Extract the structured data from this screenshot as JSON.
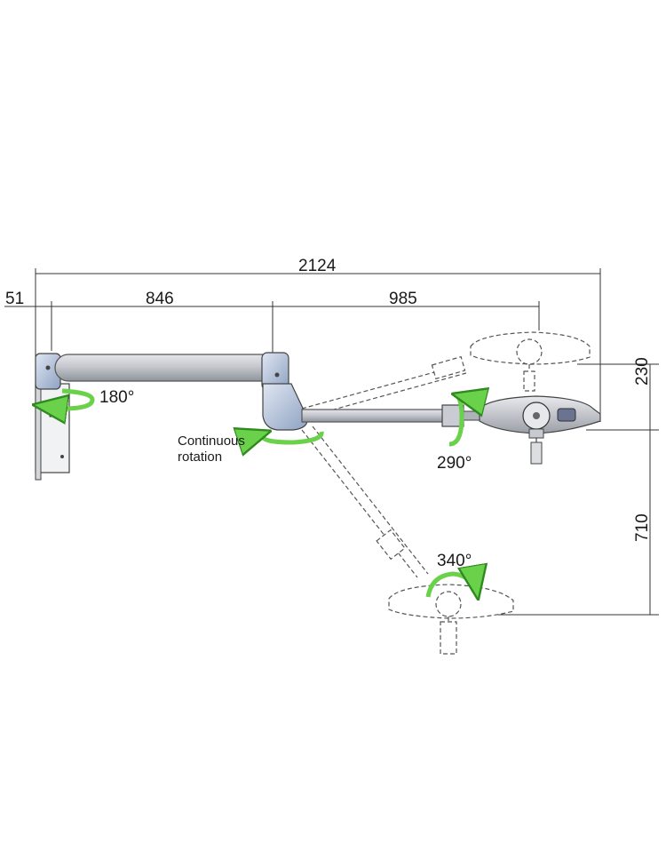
{
  "dimensions": {
    "total": "2124",
    "wall_offset": "51",
    "arm1": "846",
    "arm2": "985",
    "height_up": "230",
    "height_down": "710"
  },
  "rotations": {
    "wall": "180°",
    "central": "Continuous rotation",
    "head_vertical": "290°",
    "head_bottom": "340°"
  },
  "colors": {
    "arrow": "#6ad14a",
    "arm_metal": "#b9bcc3",
    "joint_blue": "#9fb2cf",
    "line": "#333333"
  }
}
